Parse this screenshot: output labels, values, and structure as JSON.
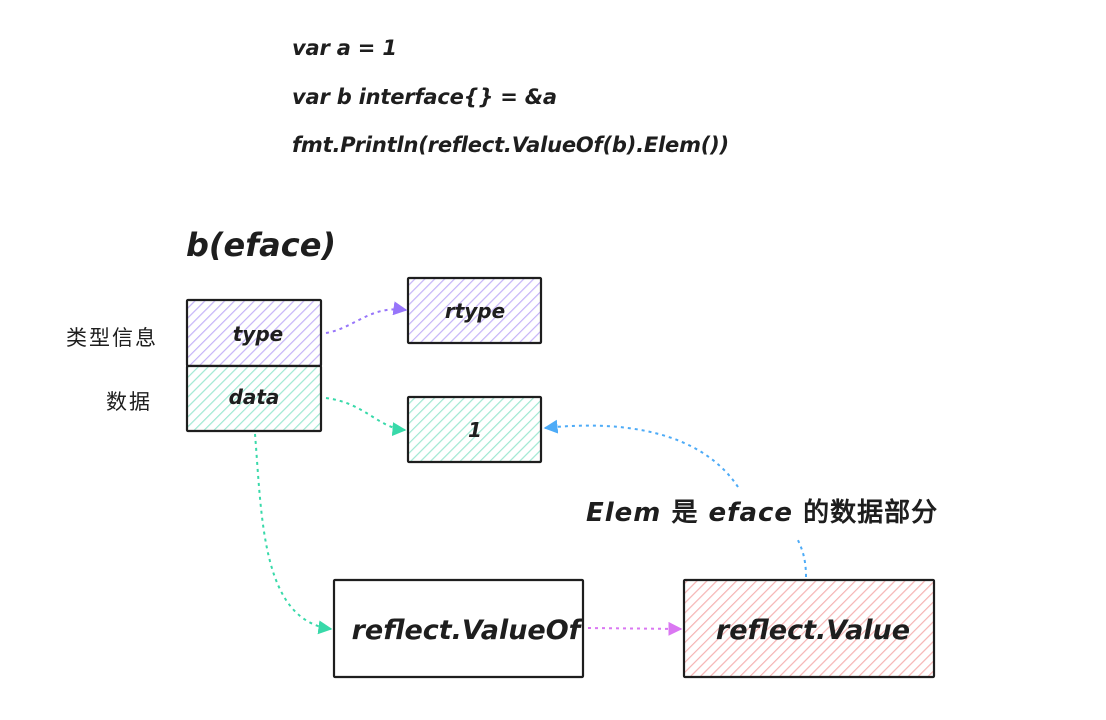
{
  "code_lines": [
    "var a = 1",
    "var b interface{} = &a",
    "fmt.Println(reflect.ValueOf(b).Elem())"
  ],
  "eface": {
    "title": "b(eface)",
    "type_field": "type",
    "data_field": "data",
    "type_label": "类型信息",
    "data_label": "数据"
  },
  "rtype_box": "rtype",
  "value_box": "1",
  "valueof_box": "reflect.ValueOf",
  "reflect_value_box": "reflect.Value",
  "annotation": {
    "part1": "Elem",
    "part2": " 是 ",
    "part3": "eface",
    "part4": " 的数据部分"
  },
  "colors": {
    "type_fill": "#d0bfff",
    "data_fill": "#96f2d7",
    "reflect_value_fill": "#ffc9c9",
    "arrow_purple": "#9775fa",
    "arrow_teal": "#38d9a9",
    "arrow_pink": "#e599f7",
    "arrow_blue": "#74c0fc",
    "stroke": "#1e1e1e"
  }
}
